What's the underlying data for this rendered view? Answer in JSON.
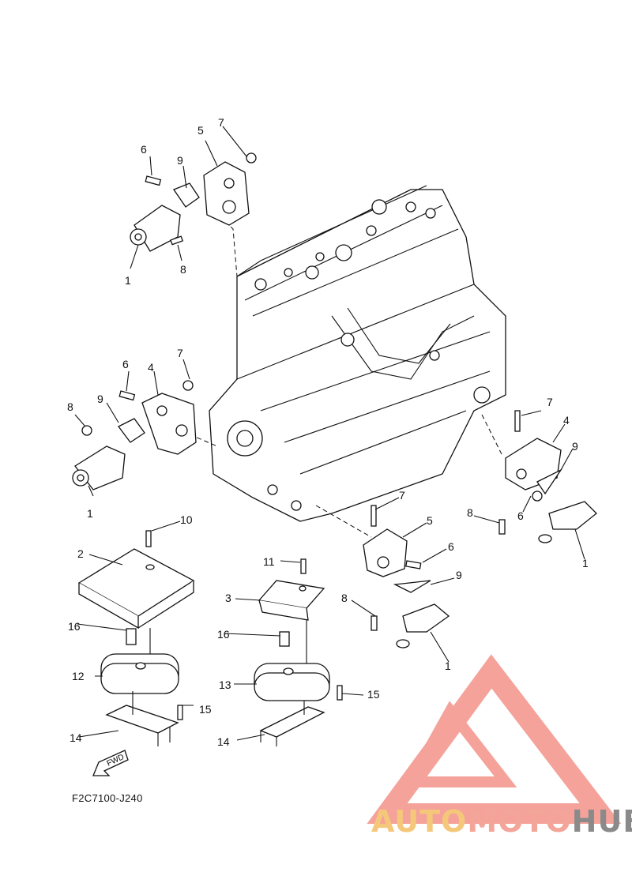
{
  "diagram": {
    "reference_code": "F2C7100-J240",
    "fwd_label": "FWD",
    "watermark": {
      "word1": "AUTO",
      "word2": "MOTO",
      "word3": "HUB",
      "colors": {
        "auto": "#f5c77a",
        "moto": "#f4a59a",
        "hub": "#8a8a8a",
        "logo": "#f28b82"
      }
    },
    "callouts": [
      "1",
      "2",
      "3",
      "4",
      "5",
      "6",
      "7",
      "8",
      "9",
      "10",
      "11",
      "12",
      "13",
      "14",
      "15",
      "16"
    ]
  }
}
